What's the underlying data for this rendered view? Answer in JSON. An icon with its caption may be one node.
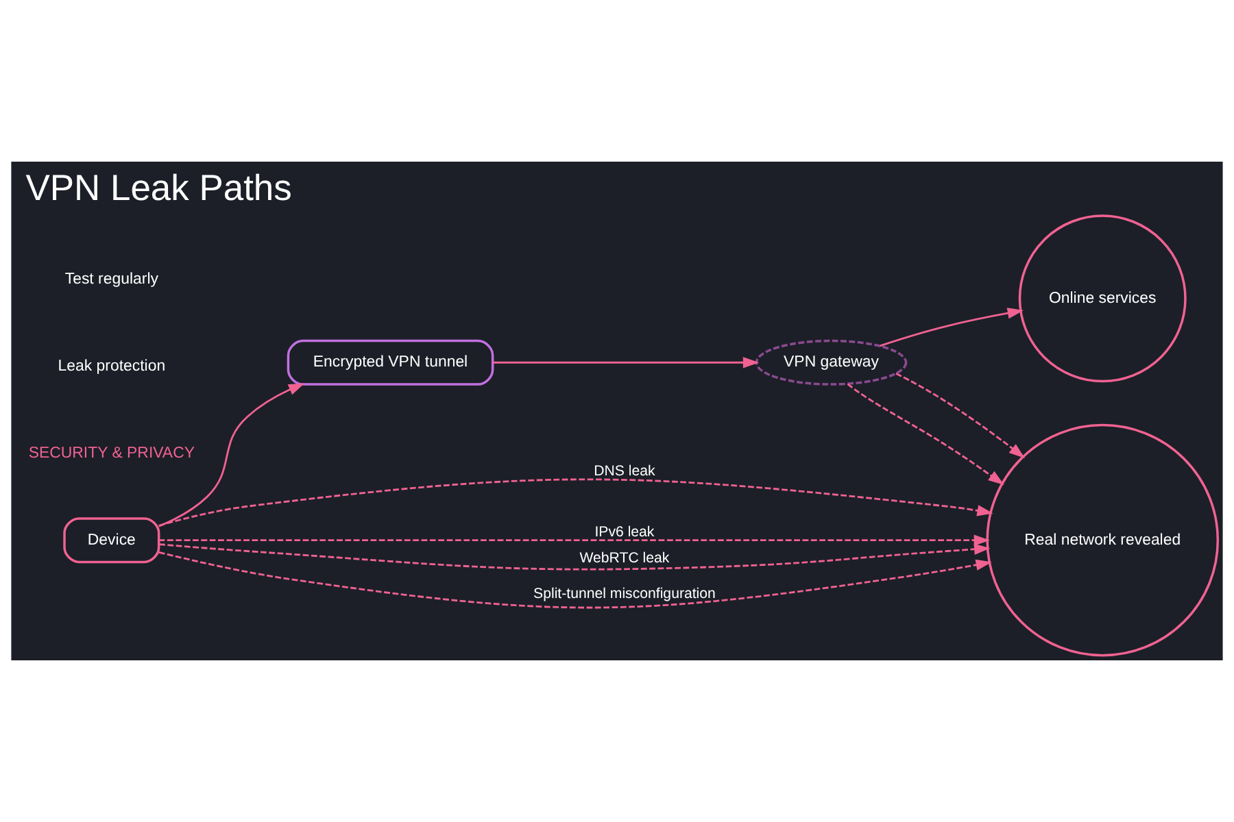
{
  "diagram": {
    "title": "VPN Leak Paths",
    "nodes": [
      {
        "text": [
          "Device"
        ]
      },
      {
        "text": [
          "Encrypted VPN tunnel"
        ]
      },
      {
        "text": [
          "VPN gateway"
        ]
      },
      {
        "text": [
          "Online services"
        ]
      },
      {
        "text": [
          "Real network revealed"
        ]
      }
    ],
    "edges": [
      {
        "from": 0,
        "to": 1,
        "arrow": "to"
      },
      {
        "from": 1,
        "to": 2,
        "arrow": "to"
      },
      {
        "from": 2,
        "to": 3,
        "arrow": "to"
      },
      {
        "from": 0,
        "to": 4,
        "arrow": "to",
        "label": "DNS leak",
        "style": "dashed"
      },
      {
        "from": 0,
        "to": 4,
        "arrow": "to",
        "label": "IPv6 leak",
        "style": "dashed"
      },
      {
        "from": 0,
        "to": 4,
        "arrow": "to",
        "label": "WebRTC leak",
        "style": "dashed"
      },
      {
        "from": 0,
        "to": 4,
        "arrow": "to",
        "label": "Split-tunnel misconfiguration",
        "style": "dashed"
      },
      {
        "from": 2,
        "to": 4,
        "arrow": "to",
        "style": "dashed"
      },
      {
        "from": 2,
        "to": 4,
        "arrow": "to",
        "style": "dashed"
      }
    ],
    "labels": [
      "SECURITY & PRIVACY",
      "Leak protection",
      "Test regularly"
    ]
  }
}
